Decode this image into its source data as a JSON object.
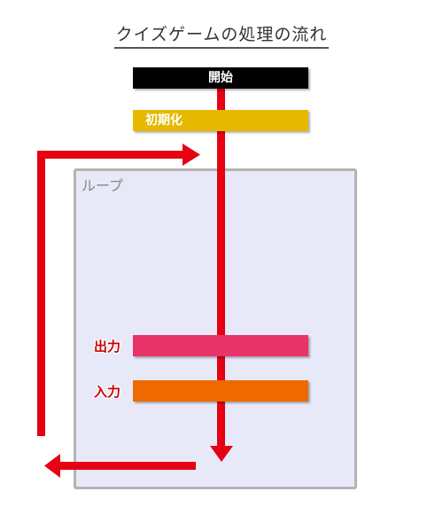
{
  "title": "クイズゲームの処理の流れ",
  "loop": {
    "label": "ループ"
  },
  "steps": {
    "start": {
      "label": "開始",
      "color": "#000000"
    },
    "init": {
      "label": "初期化",
      "color": "#e6b800"
    },
    "output": {
      "label": "出力",
      "color": "#e8336b"
    },
    "input": {
      "label": "入力",
      "color": "#ee6a00"
    }
  },
  "colors": {
    "arrow": "#e60012",
    "loop_fill": "#e8e9f8",
    "loop_border": "#b3b3b3"
  }
}
